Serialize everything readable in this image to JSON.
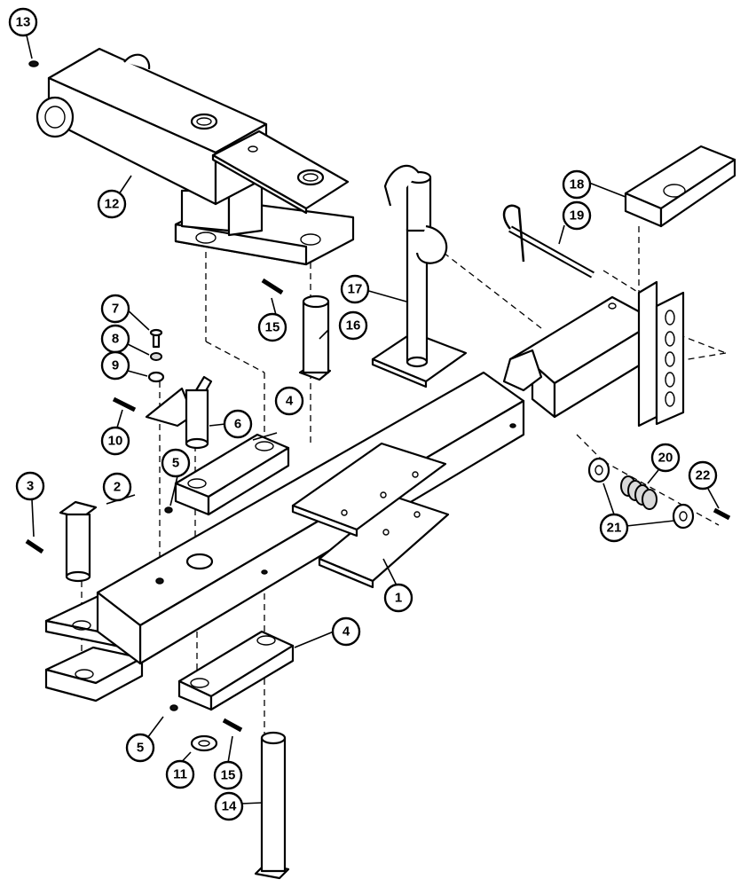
{
  "callouts": [
    {
      "id": "c1",
      "text": "1"
    },
    {
      "id": "c2",
      "text": "2"
    },
    {
      "id": "c3",
      "text": "3"
    },
    {
      "id": "c4a",
      "text": "4"
    },
    {
      "id": "c4b",
      "text": "4"
    },
    {
      "id": "c5a",
      "text": "5"
    },
    {
      "id": "c5b",
      "text": "5"
    },
    {
      "id": "c6",
      "text": "6"
    },
    {
      "id": "c7",
      "text": "7"
    },
    {
      "id": "c8",
      "text": "8"
    },
    {
      "id": "c9",
      "text": "9"
    },
    {
      "id": "c10",
      "text": "10"
    },
    {
      "id": "c11",
      "text": "11"
    },
    {
      "id": "c12",
      "text": "12"
    },
    {
      "id": "c13",
      "text": "13"
    },
    {
      "id": "c14",
      "text": "14"
    },
    {
      "id": "c15a",
      "text": "15"
    },
    {
      "id": "c15b",
      "text": "15"
    },
    {
      "id": "c16",
      "text": "16"
    },
    {
      "id": "c17",
      "text": "17"
    },
    {
      "id": "c18",
      "text": "18"
    },
    {
      "id": "c19",
      "text": "19"
    },
    {
      "id": "c20",
      "text": "20"
    },
    {
      "id": "c21",
      "text": "21"
    },
    {
      "id": "c22",
      "text": "22"
    }
  ]
}
